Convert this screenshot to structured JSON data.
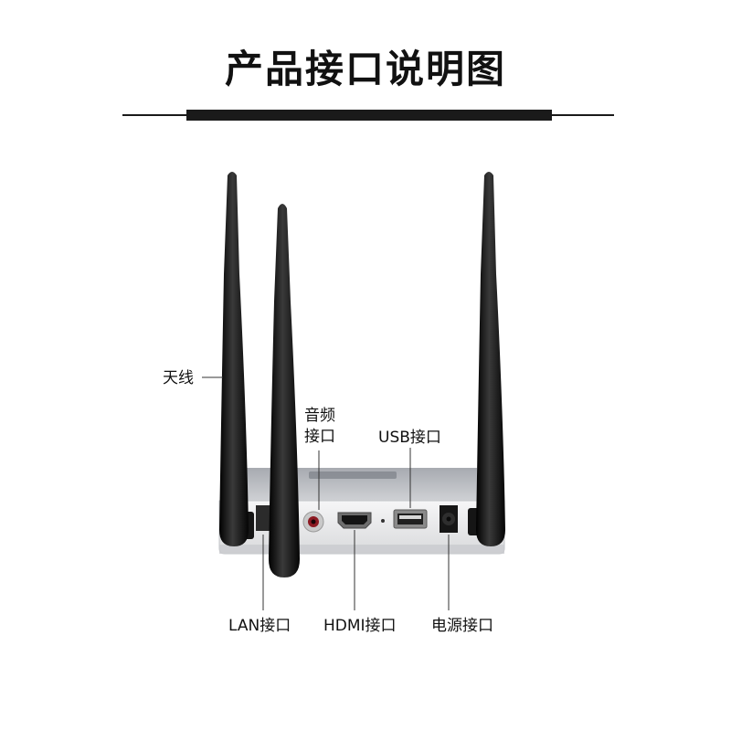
{
  "title": "产品接口说明图",
  "labels": {
    "antenna": "天线",
    "audio_line1": "音频",
    "audio_line2": "接口",
    "usb": "USB接口",
    "lan": "LAN接口",
    "hdmi": "HDMI接口",
    "power": "电源接口"
  },
  "colors": {
    "antenna": "#0d0d0d",
    "housing": "#b9bcc1",
    "panel": "#ecedee",
    "text": "#111111"
  }
}
